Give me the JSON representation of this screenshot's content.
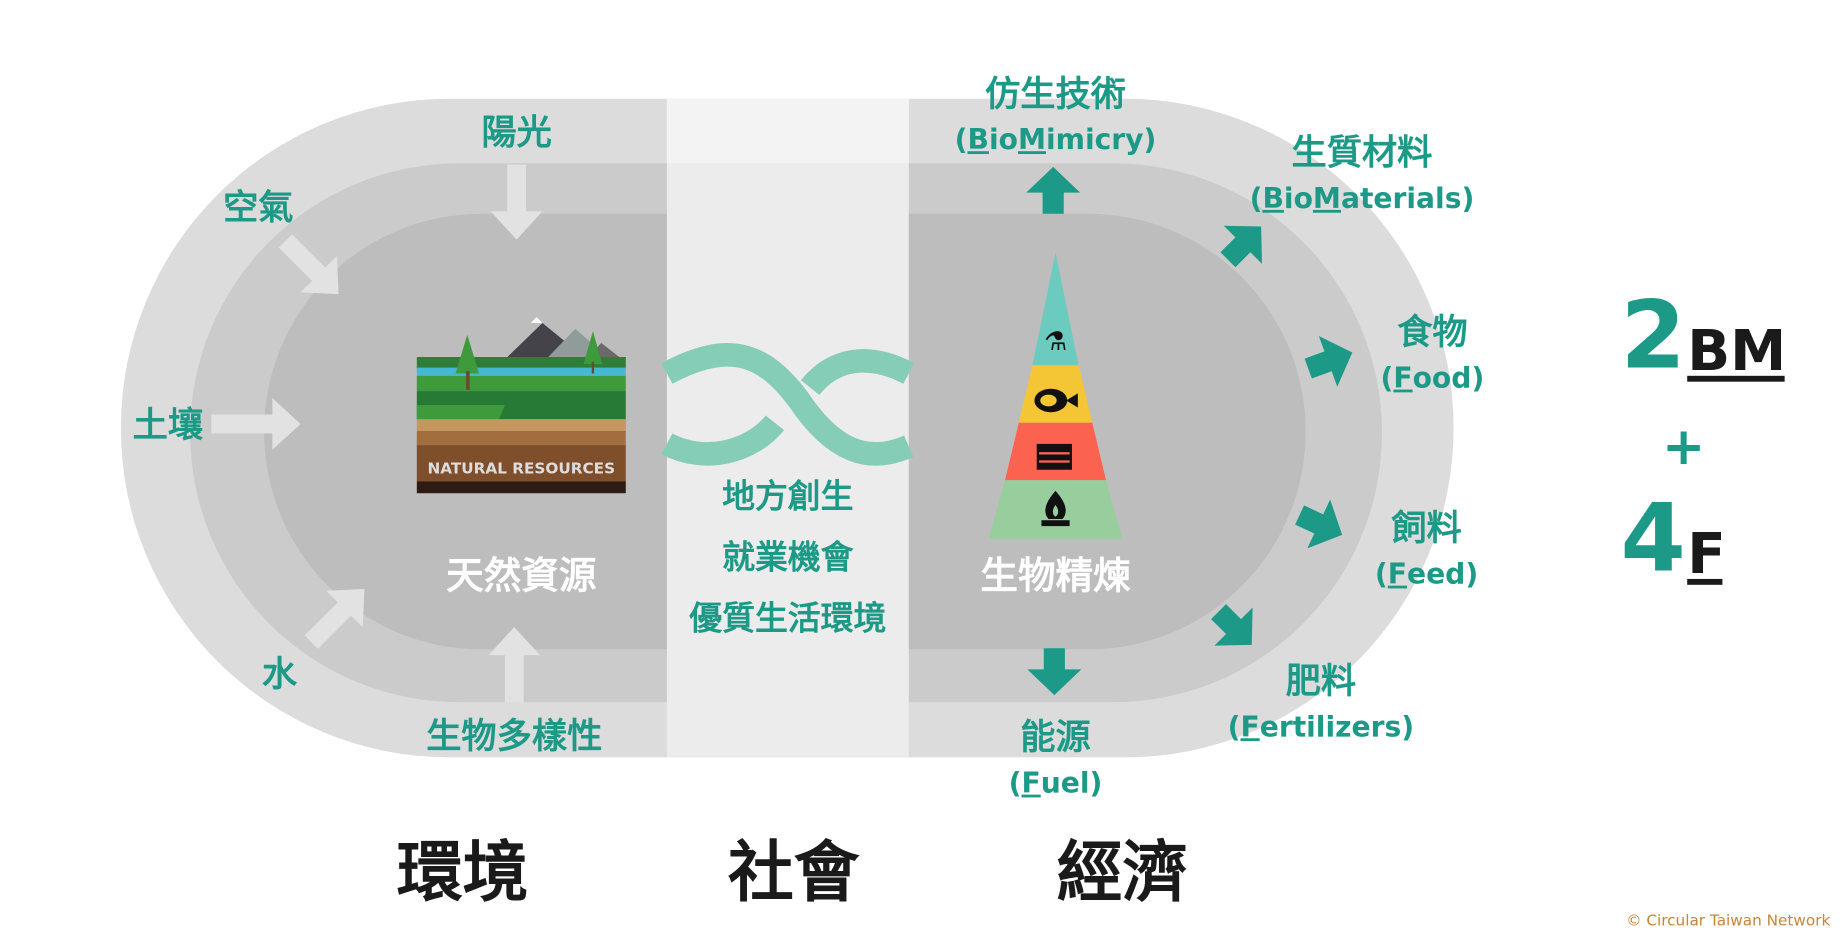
{
  "colors": {
    "teal": "#1d9a87",
    "infinity": "#86cdb8",
    "outer": "#dcdcdc",
    "middle": "#cbcbcb",
    "inner": "#bdbdbd",
    "band": "#ececec",
    "copyright": "#c8853a"
  },
  "inputs": {
    "sunlight": "陽光",
    "air": "空氣",
    "soil": "土壤",
    "water": "水",
    "biodiversity": "生物多樣性"
  },
  "natural_resources": {
    "image_label": "NATURAL RESOURCES",
    "title": "天然資源"
  },
  "society": {
    "lines": [
      "地方創生",
      "就業機會",
      "優質生活環境"
    ]
  },
  "biorefinery": {
    "title": "生物精煉",
    "icons": [
      "lab-flask-icon",
      "meat-icon",
      "crate-icon",
      "flame-icon"
    ]
  },
  "outputs": [
    {
      "zh": "仿生技術",
      "pre": "(",
      "u1": "B",
      "m1": "io",
      "u2": "M",
      "m2": "imicry",
      "post": ")"
    },
    {
      "zh": "生質材料",
      "pre": "(",
      "u1": "B",
      "m1": "io",
      "u2": "M",
      "m2": "aterials",
      "post": ")"
    },
    {
      "zh": "食物",
      "pre": "(",
      "u1": "F",
      "m1": "ood",
      "u2": "",
      "m2": "",
      "post": ")"
    },
    {
      "zh": "飼料",
      "pre": "(",
      "u1": "F",
      "m1": "eed",
      "u2": "",
      "m2": "",
      "post": ")"
    },
    {
      "zh": "肥料",
      "pre": "(",
      "u1": "F",
      "m1": "ertilizers",
      "u2": "",
      "m2": "",
      "post": ")"
    },
    {
      "zh": "能源",
      "pre": "(",
      "u1": "F",
      "m1": "uel",
      "u2": "",
      "m2": "",
      "post": ")"
    }
  ],
  "pillars": {
    "environment": "環境",
    "society": "社會",
    "economy": "經濟"
  },
  "formula": {
    "n1": "2",
    "t1": "BM",
    "plus": "+",
    "n2": "4",
    "t2": "F"
  },
  "copyright": "© Circular Taiwan Network"
}
